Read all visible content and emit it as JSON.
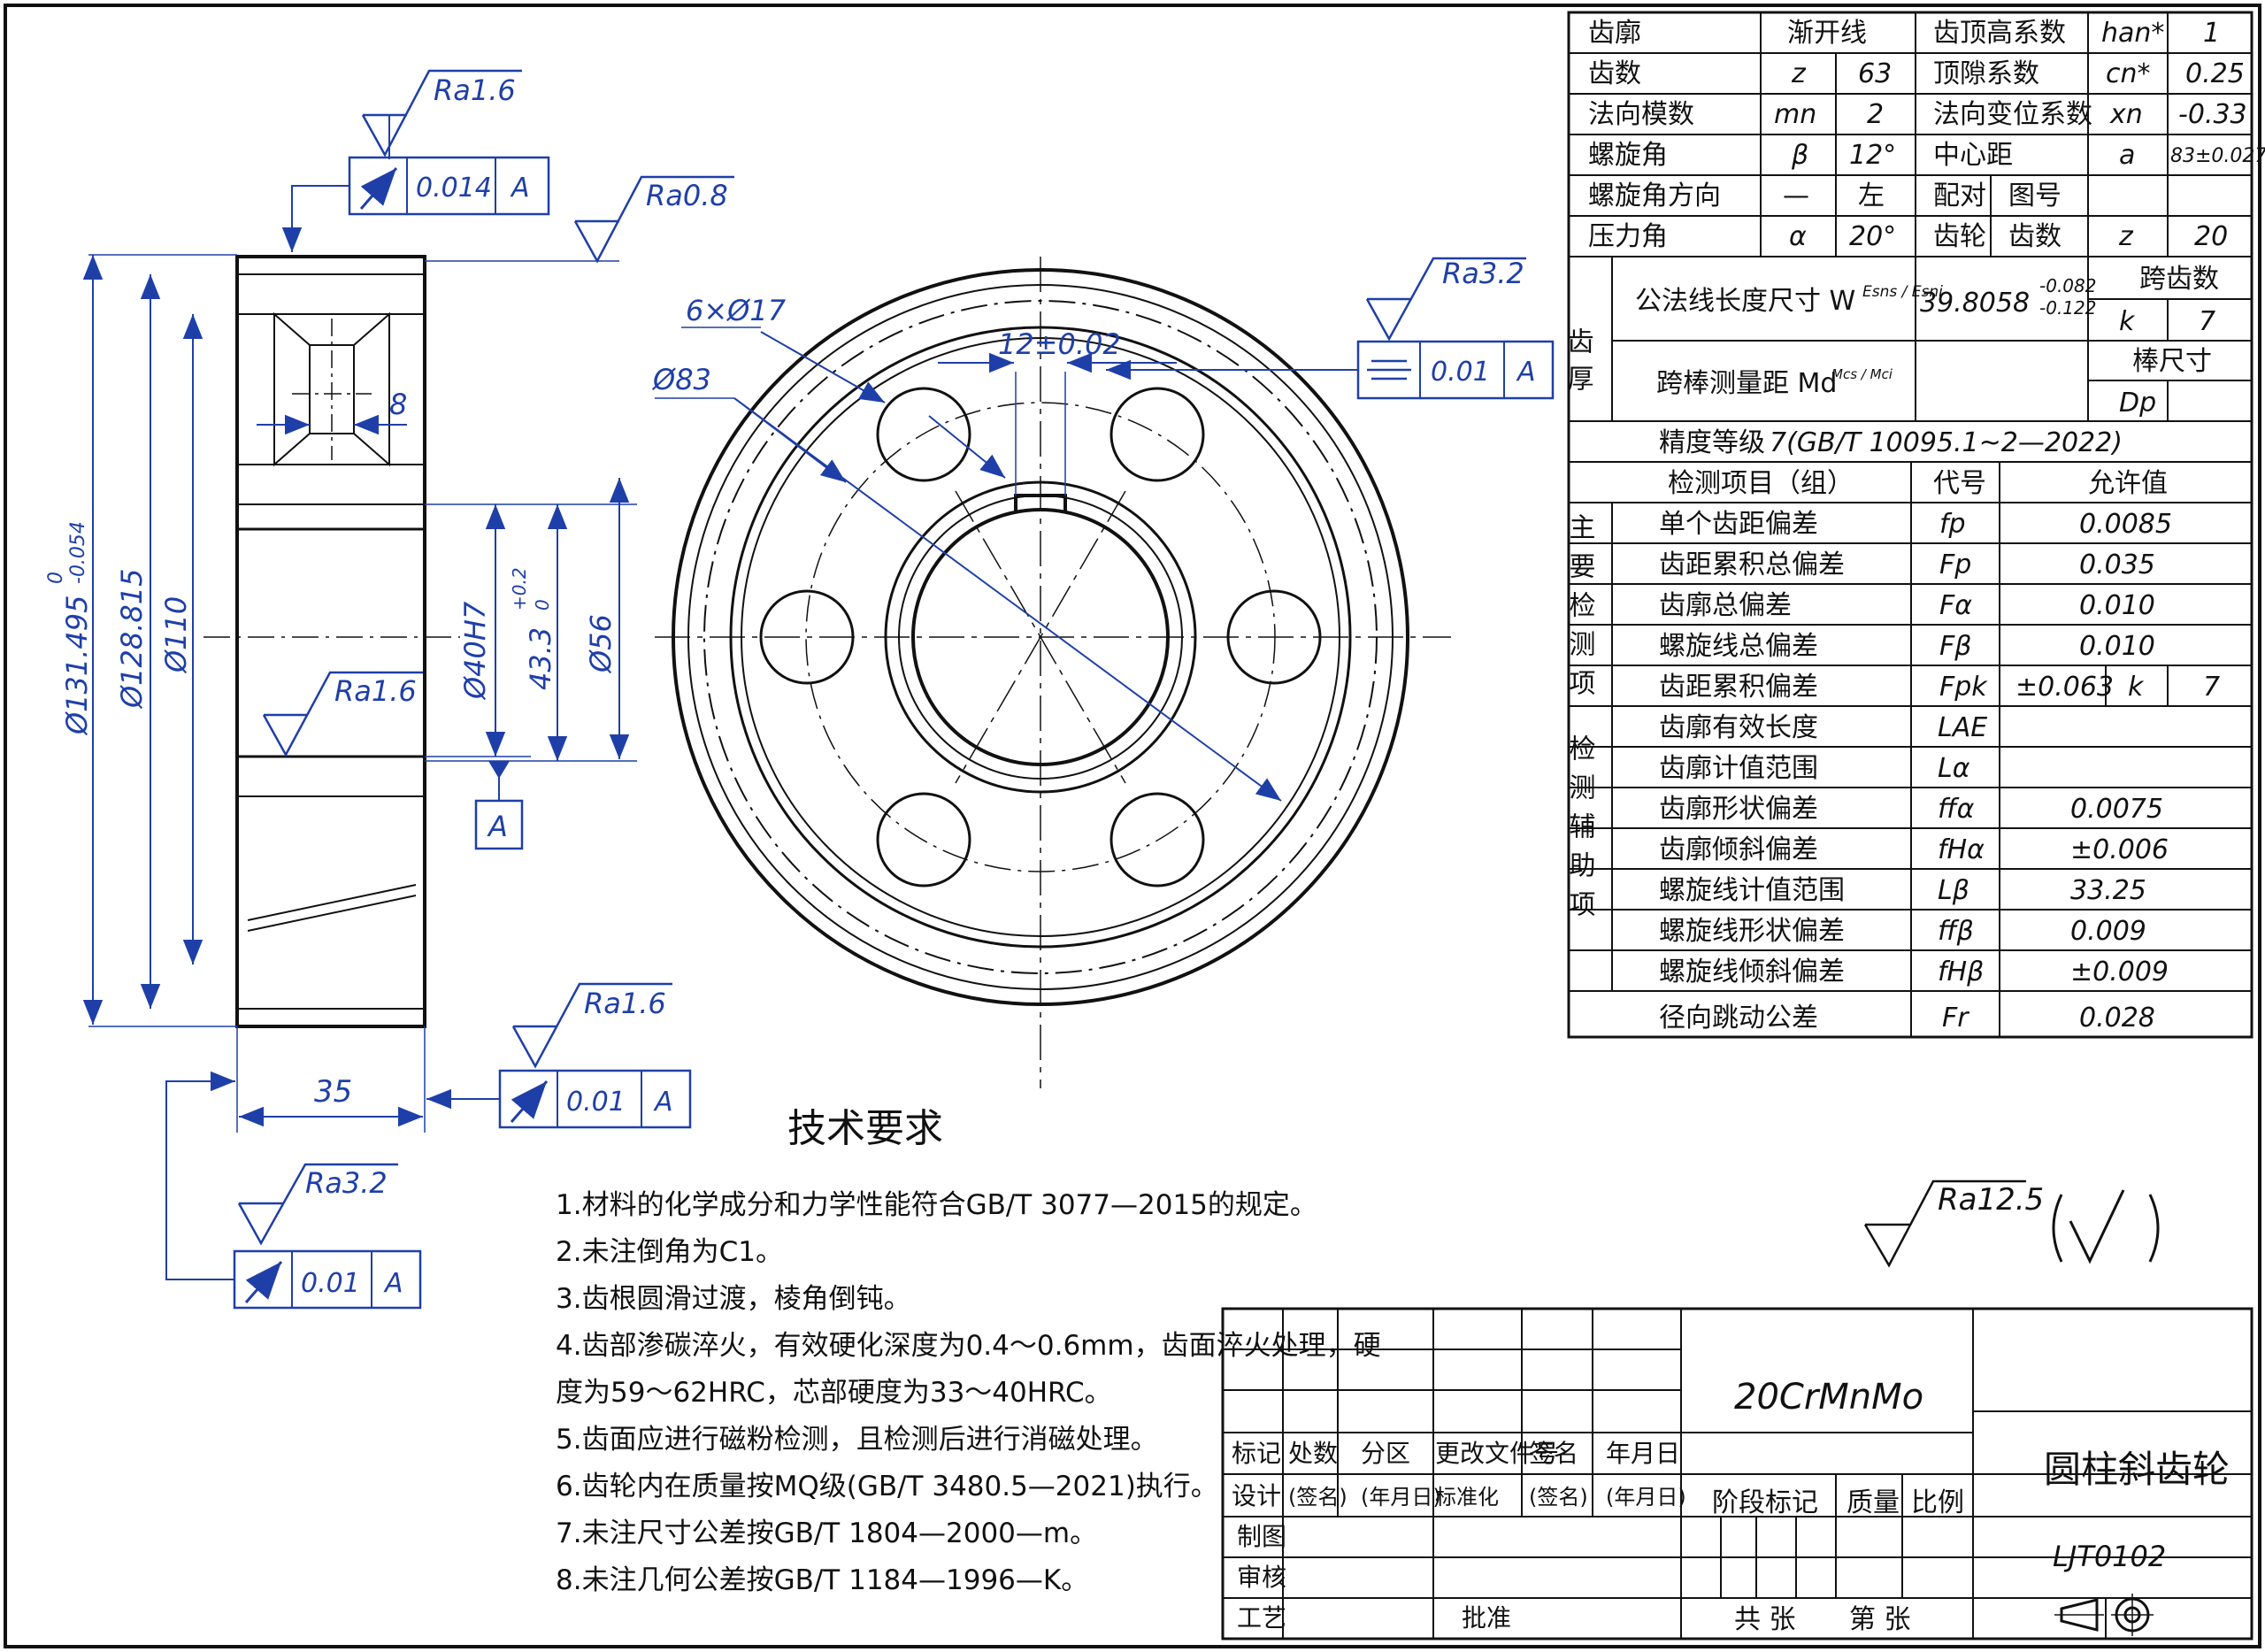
{
  "spec_table": {
    "rows": [
      {
        "label": "齿廓",
        "symbol": "",
        "value": "渐开线",
        "label2": "齿顶高系数",
        "symbol2": "han*",
        "value2": "1"
      },
      {
        "label": "齿数",
        "symbol": "z",
        "value": "63",
        "label2": "顶隙系数",
        "symbol2": "cn*",
        "value2": "0.25"
      },
      {
        "label": "法向模数",
        "symbol": "mn",
        "value": "2",
        "label2": "法向变位系数",
        "symbol2": "xn",
        "value2": "-0.33"
      },
      {
        "label": "螺旋角",
        "symbol": "β",
        "value": "12°",
        "label2": "中心距",
        "symbol2": "a",
        "value2": "83±0.027"
      },
      {
        "label": "螺旋角方向",
        "symbol": "—",
        "value": "左",
        "label2": "配对",
        "symbol2": "图号",
        "value2": ""
      },
      {
        "label": "压力角",
        "symbol": "α",
        "value": "20°",
        "label2": "齿轮",
        "symbol2": "齿数",
        "value2b_sym": "z",
        "value2": "20"
      }
    ],
    "thickness_label": "齿厚",
    "span_label": "公法线长度尺寸 W",
    "span_sub": "Esns / Esni",
    "span_value": "39.8058",
    "span_upper": "-0.082",
    "span_lower": "-0.122",
    "span_count_label": "跨齿数",
    "span_count_symbol": "k",
    "span_count_value": "7",
    "ball_label": "跨棒测量距 Md",
    "ball_sub": "Mcs / Mci",
    "ball_dia_label": "棒尺寸",
    "ball_dia_symbol": "Dp",
    "accuracy_label": "精度等级",
    "accuracy_value": "7(GB/T 10095.1~2—2022)",
    "inspection_header": [
      "检测项目（组）",
      "代号",
      "允许值"
    ],
    "main_group_label": "主要检测项",
    "main_items": [
      {
        "name": "单个齿距偏差",
        "code": "fp",
        "value": "0.0085"
      },
      {
        "name": "齿距累积总偏差",
        "code": "Fp",
        "value": "0.035"
      },
      {
        "name": "齿廓总偏差",
        "code": "Fα",
        "value": "0.010"
      },
      {
        "name": "螺旋线总偏差",
        "code": "Fβ",
        "value": "0.010"
      },
      {
        "name": "齿距累积偏差",
        "code": "Fpk",
        "value": "±0.063",
        "k_label": "k",
        "k_value": "7"
      }
    ],
    "aux_group_label": "检测辅助项",
    "aux_items": [
      {
        "name": "齿廓有效长度",
        "code": "LAE",
        "value": ""
      },
      {
        "name": "齿廓计值范围",
        "code": "Lα",
        "value": ""
      },
      {
        "name": "齿廓形状偏差",
        "code": "ffα",
        "value": "0.0075"
      },
      {
        "name": "齿廓倾斜偏差",
        "code": "fHα",
        "value": "±0.006"
      },
      {
        "name": "螺旋线计值范围",
        "code": "Lβ",
        "value": "33.25"
      },
      {
        "name": "螺旋线形状偏差",
        "code": "ffβ",
        "value": "0.009"
      },
      {
        "name": "螺旋线倾斜偏差",
        "code": "fHβ",
        "value": "±0.009"
      }
    ],
    "runout": {
      "name": "径向跳动公差",
      "code": "Fr",
      "value": "0.028"
    }
  },
  "section_view": {
    "roughness": [
      "Ra1.6",
      "Ra0.8",
      "Ra1.6",
      "Ra1.6",
      "Ra3.2"
    ],
    "fcf_top": {
      "tol": "0.014",
      "datum": "A"
    },
    "fcf_bottom": {
      "tol": "0.01",
      "datum": "A"
    },
    "fcf_left": {
      "tol": "0.01",
      "datum": "A"
    },
    "dims": {
      "d131": "Ø131.495",
      "d131_tol_upper": "0",
      "d131_tol_lower": "-0.054",
      "d128": "Ø128.815",
      "d110": "Ø110",
      "d40": "Ø40H7",
      "d433": "43.3",
      "d433_tol_upper": "+0.2",
      "d433_tol_lower": "0",
      "d56": "Ø56",
      "w8": "8",
      "w35": "35"
    },
    "datum_label": "A"
  },
  "front_view": {
    "holes_label": "6×Ø17",
    "pcd_label": "Ø83",
    "key_label": "12±0.02",
    "roughness": "Ra3.2",
    "fcf": {
      "tol": "0.01",
      "datum": "A"
    }
  },
  "tech_req": {
    "title": "技术要求",
    "items": [
      "1.材料的化学成分和力学性能符合GB/T 3077—2015的规定。",
      "2.未注倒角为C1。",
      "3.齿根圆滑过渡，棱角倒钝。",
      "4.齿部渗碳淬火，有效硬化深度为0.4～0.6mm，齿面淬火处理，硬",
      "  度为59～62HRC，芯部硬度为33～40HRC。",
      "5.齿面应进行磁粉检测，且检测后进行消磁处理。",
      "6.齿轮内在质量按MQ级(GB/T 3480.5—2021)执行。",
      "7.未注尺寸公差按GB/T 1804—2000—m。",
      "8.未注几何公差按GB/T 1184—1996—K。"
    ]
  },
  "general_roughness": {
    "value": "Ra12.5"
  },
  "title_block": {
    "material": "20CrMnMo",
    "part_name": "圆柱斜齿轮",
    "drawing_no": "LJT0102",
    "row1": [
      "标记",
      "处数",
      "分区",
      "更改文件号",
      "签名",
      "年月日"
    ],
    "row2": [
      "设计",
      "(签名)",
      "(年月日)",
      "标准化",
      "(签名)",
      "(年月日)"
    ],
    "left_rows": [
      "制图",
      "审核",
      "工艺"
    ],
    "approve": "批准",
    "stage": "阶段标记",
    "mass": "质量",
    "scale": "比例",
    "sheets_total": "共   张",
    "sheet_no": "第   张"
  }
}
